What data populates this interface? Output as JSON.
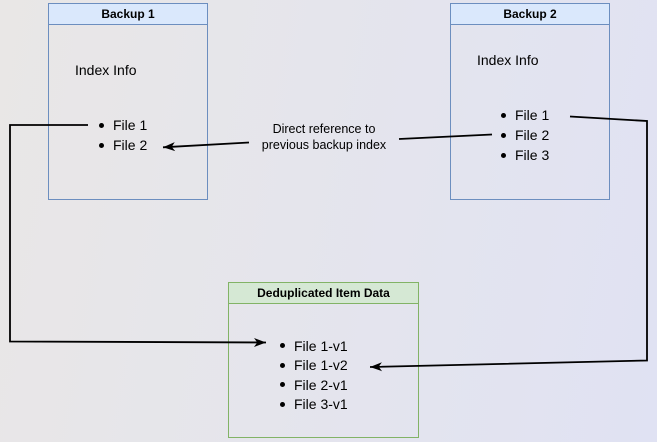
{
  "diagram": {
    "type": "backup-deduplication-diagram",
    "colors": {
      "blue_fill": "#dae8fc",
      "blue_stroke": "#6c8ebf",
      "green_fill": "#d5e8d4",
      "green_stroke": "#82b366",
      "connector": "#000000",
      "background_left": "#e9e7e6",
      "background_right": "#e0e2f3"
    }
  },
  "boxes": {
    "backup1": {
      "title": "Backup 1",
      "subtitle": "Index Info",
      "items": [
        "File 1",
        "File 2"
      ]
    },
    "backup2": {
      "title": "Backup 2",
      "subtitle": "Index Info",
      "items": [
        "File 1",
        "File 2",
        "File 3"
      ]
    },
    "dedup": {
      "title": "Deduplicated Item Data",
      "items": [
        "File 1-v1",
        "File 1-v2",
        "File 2-v1",
        "File 3-v1"
      ]
    }
  },
  "edges": {
    "direct_reference": {
      "label_line1": "Direct reference to",
      "label_line2": "previous backup index",
      "from": "Backup 2 File 2",
      "to": "Backup 1 File 2"
    },
    "backup1_file1_to_dedup": {
      "from": "Backup 1 File 1",
      "to": "File 1-v1"
    },
    "backup2_file1_to_dedup": {
      "from": "Backup 2 File 1",
      "to": "File 1-v2"
    }
  }
}
